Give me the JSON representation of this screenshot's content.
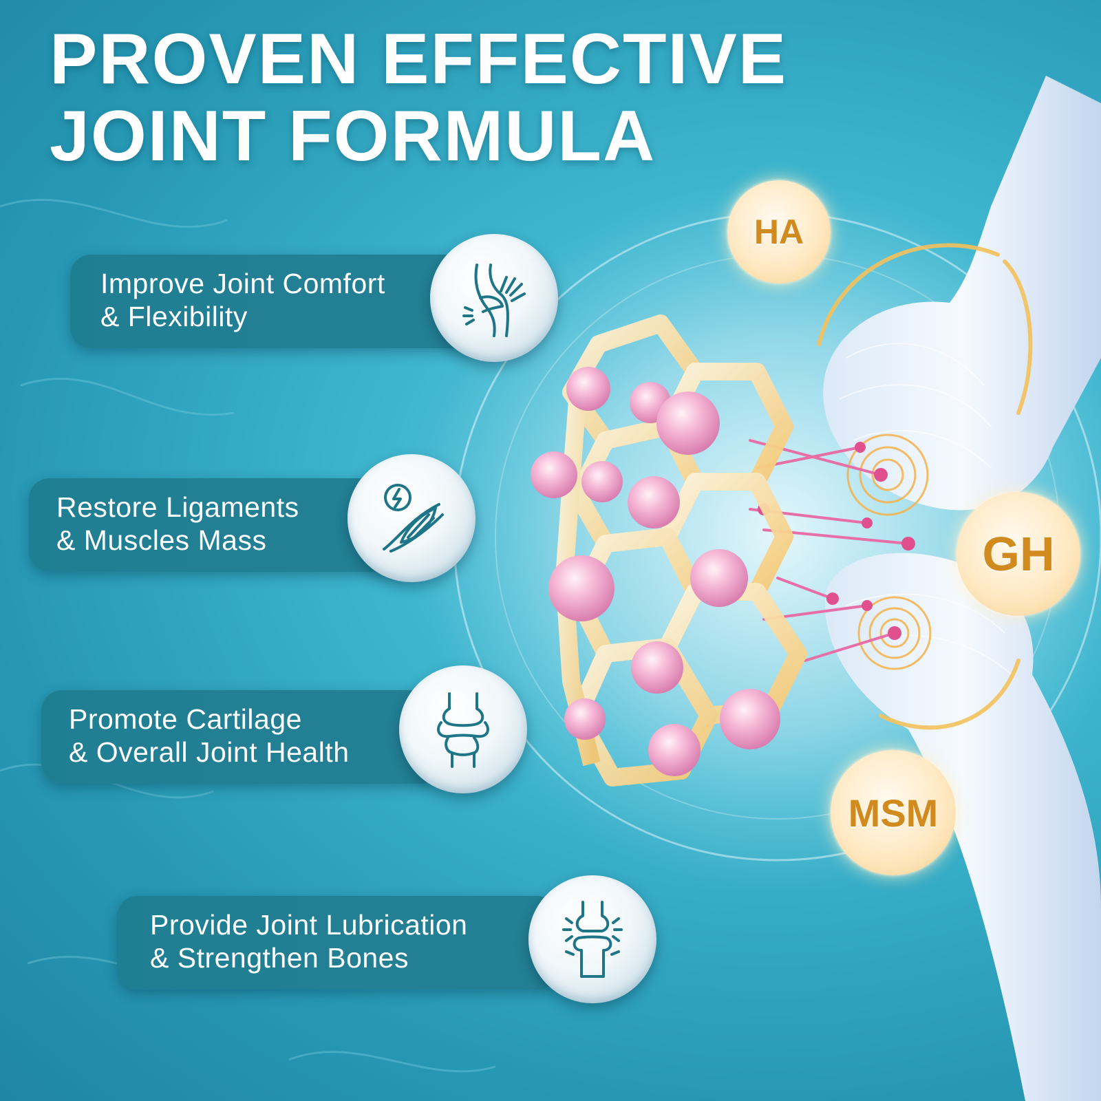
{
  "headline": {
    "line1": "PROVEN EFFECTIVE",
    "line2": "JOINT FORMULA"
  },
  "benefits": [
    {
      "line1": "Improve Joint Comfort",
      "line2": "& Flexibility",
      "icon": "hand-on-knee-icon"
    },
    {
      "line1": "Restore Ligaments",
      "line2": "& Muscles Mass",
      "icon": "muscle-lightning-icon"
    },
    {
      "line1": "Promote Cartilage",
      "line2": "& Overall Joint Health",
      "icon": "knee-joint-icon"
    },
    {
      "line1": "Provide Joint Lubrication",
      "line2": "& Strengthen Bones",
      "icon": "bone-joint-icon"
    }
  ],
  "ingredients": [
    {
      "label": "HA"
    },
    {
      "label": "GH"
    },
    {
      "label": "MSM"
    }
  ],
  "colors": {
    "background": "#2fa7c2",
    "pill": "#1f7f92",
    "ingredient_text": "#d18a1e",
    "icon_stroke": "#1d7587"
  }
}
